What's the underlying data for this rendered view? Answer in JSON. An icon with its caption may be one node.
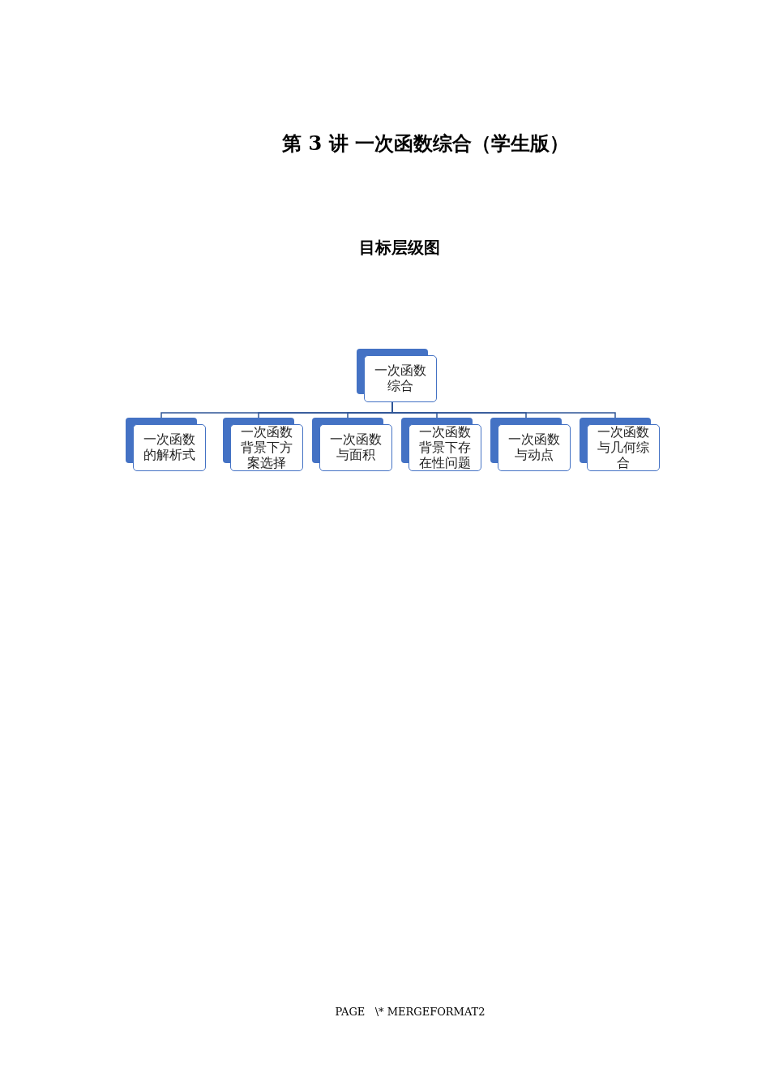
{
  "diagram": {
    "title": "第 3 讲  一次函数综合（学生版）",
    "nodes": [
      {
        "text": [
          "一次函数综合"
        ]
      },
      {
        "text": [
          "一次函数的解析式"
        ]
      },
      {
        "text": [
          "一次函数背景下方案选择"
        ]
      },
      {
        "text": [
          "一次函数与面积"
        ]
      },
      {
        "text": [
          "一次函数背景下存在性问题"
        ]
      },
      {
        "text": [
          "一次函数与动点"
        ]
      },
      {
        "text": [
          "一次函数与几何综合"
        ]
      }
    ],
    "edges": [
      {
        "from": 0,
        "to": 1,
        "arrow": "none"
      },
      {
        "from": 0,
        "to": 2,
        "arrow": "none"
      },
      {
        "from": 0,
        "to": 3,
        "arrow": "none"
      },
      {
        "from": 0,
        "to": 4,
        "arrow": "none"
      },
      {
        "from": 0,
        "to": 5,
        "arrow": "none"
      },
      {
        "from": 0,
        "to": 6,
        "arrow": "none"
      }
    ],
    "labels": [
      "目标层级图",
      "PAGE   \\* MERGEFORMAT2"
    ]
  }
}
